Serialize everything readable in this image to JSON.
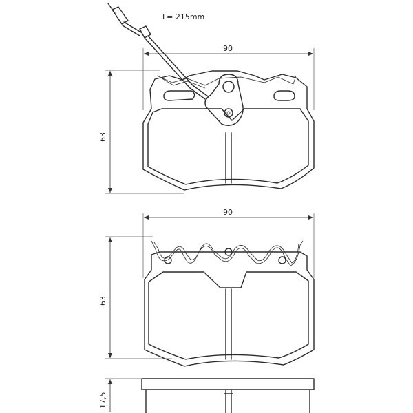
{
  "wire_length_label": "L= 215mm",
  "views": {
    "top": {
      "width_label": "90",
      "height_label": "63"
    },
    "middle": {
      "width_label": "90",
      "height_label": "63"
    },
    "side": {
      "thickness_label": "17,5"
    }
  }
}
